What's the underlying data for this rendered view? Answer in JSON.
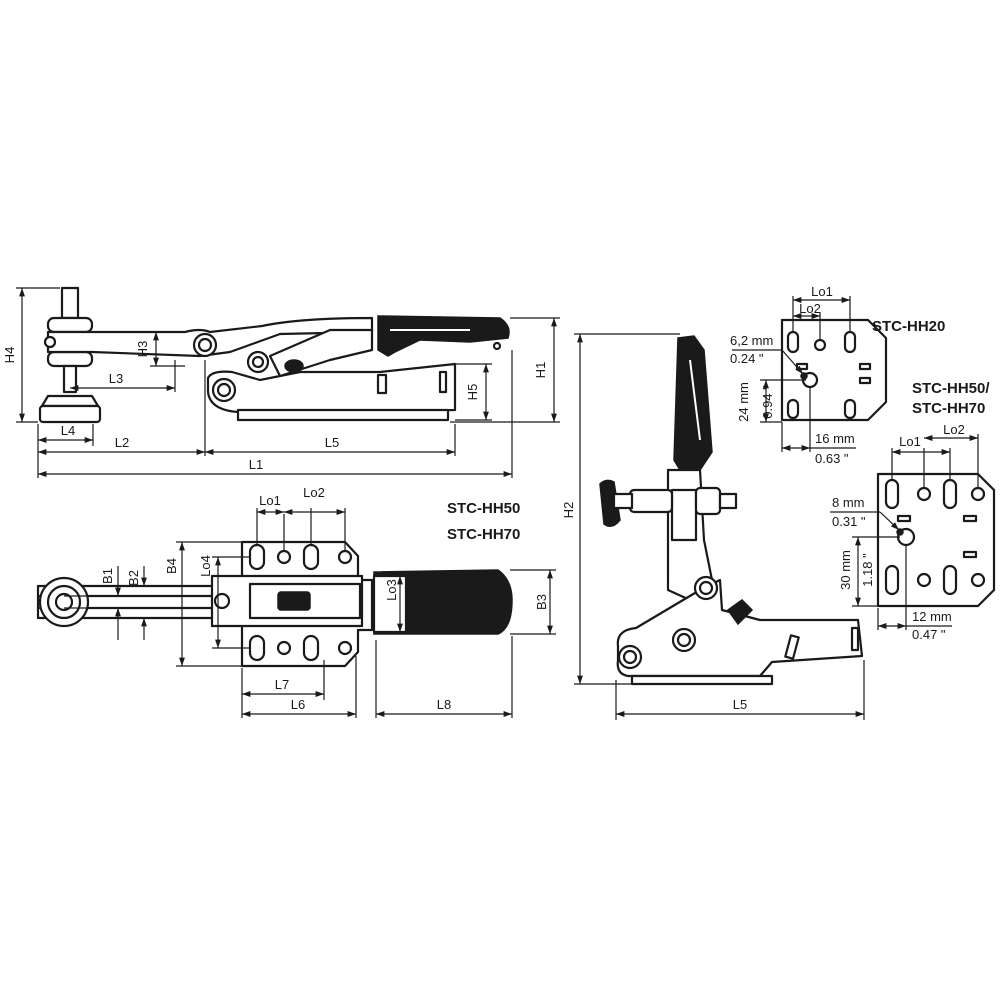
{
  "side_view": {
    "dims": {
      "H4": "H4",
      "H3": "H3",
      "L3": "L3",
      "H5": "H5",
      "H1": "H1",
      "L4": "L4",
      "L2": "L2",
      "L5": "L5",
      "L1": "L1"
    }
  },
  "top_view": {
    "dims": {
      "Lo1": "Lo1",
      "Lo2": "Lo2",
      "B1": "B1",
      "B2": "B2",
      "B4": "B4",
      "Lo4": "Lo4",
      "Lo3": "Lo3",
      "B3": "B3",
      "L7": "L7",
      "L6": "L6",
      "L8": "L8"
    },
    "models": [
      "STC-HH50",
      "STC-HH70"
    ]
  },
  "open_view": {
    "dims": {
      "H2": "H2",
      "L5": "L5"
    }
  },
  "base_hh20": {
    "model": "STC-HH20",
    "Lo1": "Lo1",
    "Lo2": "Lo2",
    "hole_mm": "6,2 mm",
    "hole_in": "0.24 \"",
    "v_mm": "24 mm",
    "v_in": "0.94 \"",
    "h_mm": "16 mm",
    "h_in": "0.63 \""
  },
  "base_hh50": {
    "model_line1": "STC-HH50/",
    "model_line2": "STC-HH70",
    "Lo1": "Lo1",
    "Lo2": "Lo2",
    "hole_mm": "8 mm",
    "hole_in": "0.31 \"",
    "v_mm": "30 mm",
    "v_in": "1.18 \"",
    "h_mm": "12 mm",
    "h_in": "0.47 \""
  }
}
